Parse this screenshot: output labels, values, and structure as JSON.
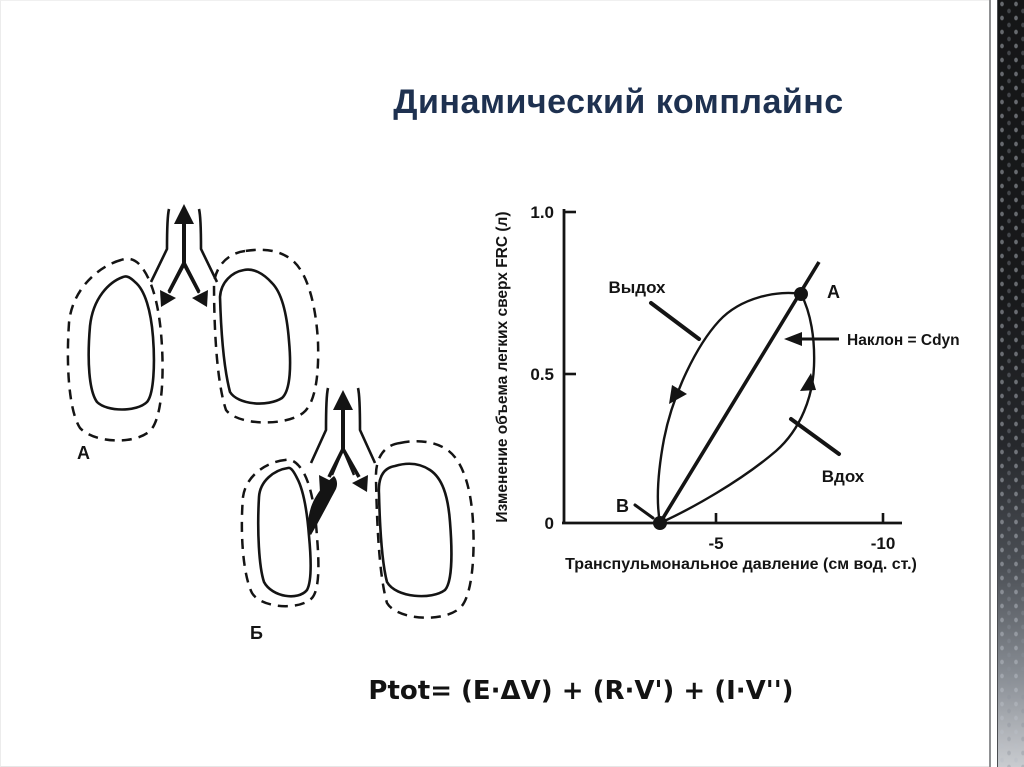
{
  "slide": {
    "title": "Динамический комплайнс",
    "formula": "Ptot= (E·ΔV) + (R·V') + (I·V'')"
  },
  "lung_diagram": {
    "label_top": "А",
    "label_bottom": "Б"
  },
  "graph": {
    "ylabel": "Изменение объема легких сверх FRC (л)",
    "xlabel": "Транспульмональное давление (см вод. ст.)",
    "y_tick_labels": [
      "1.0",
      "0.5",
      "0"
    ],
    "x_tick_labels": [
      "-5",
      "-10"
    ],
    "labels": {
      "exhale": "Выдох",
      "inhale": "Вдох",
      "slope": "Наклон = Cdyn",
      "point_a": "A",
      "point_b": "B"
    }
  },
  "chart_data": {
    "type": "line",
    "xlabel": "Транспульмональное давление (см вод. ст.)",
    "ylabel": "Изменение объема легких сверх FRC (л)",
    "xlim": [
      0,
      -10
    ],
    "ylim": [
      0,
      1.0
    ],
    "x_ticks": [
      -5,
      -10
    ],
    "y_ticks": [
      0,
      0.5,
      1.0
    ],
    "grid": false,
    "legend": false,
    "points": [
      {
        "label": "A",
        "x": -7.8,
        "y": 0.74
      },
      {
        "label": "B",
        "x": -3.2,
        "y": 0.0
      }
    ],
    "series": [
      {
        "name": "Наклон = Cdyn",
        "x": [
          -3.2,
          -7.8
        ],
        "y": [
          0.0,
          0.74
        ]
      },
      {
        "name": "Выдох",
        "x": [
          -7.8,
          -6.9,
          -5.4,
          -4.7,
          -3.9,
          -3.3,
          -3.1,
          -3.2
        ],
        "y": [
          0.74,
          0.74,
          0.7,
          0.61,
          0.44,
          0.27,
          0.12,
          0.0
        ]
      },
      {
        "name": "Вдох",
        "x": [
          -3.2,
          -4.7,
          -6.3,
          -7.4,
          -8.0,
          -8.2,
          -8.2,
          -7.8
        ],
        "y": [
          0.0,
          0.08,
          0.16,
          0.26,
          0.38,
          0.5,
          0.6,
          0.74
        ]
      }
    ],
    "annotations": [
      "Выдох",
      "Вдох",
      "Наклон = Cdyn",
      "A",
      "B"
    ]
  },
  "colors": {
    "title": "#1e3150",
    "ink": "#141414",
    "background": "#ffffff"
  }
}
